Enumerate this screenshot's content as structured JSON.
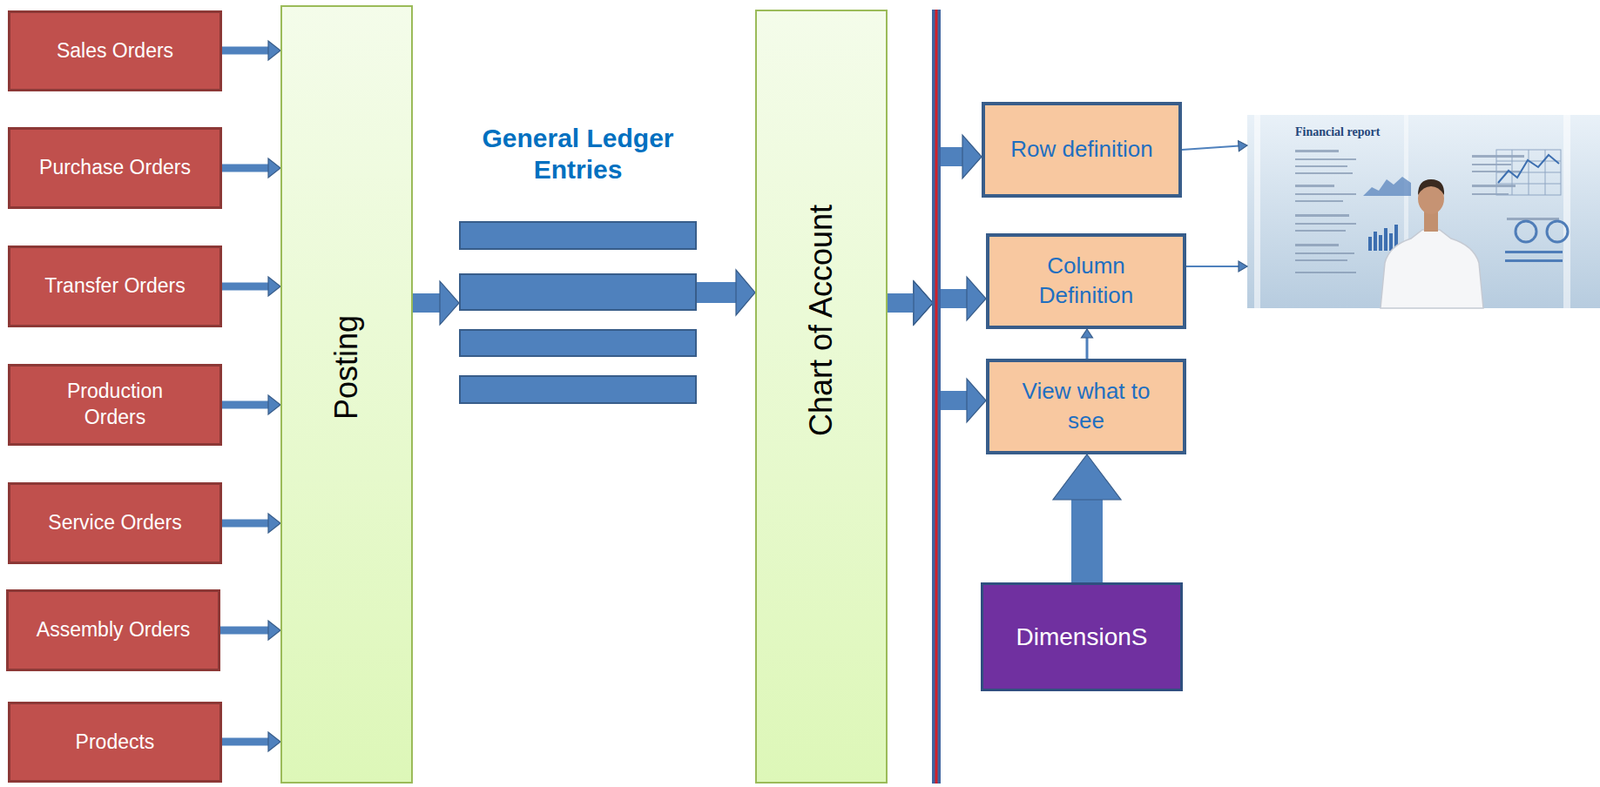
{
  "diagram": {
    "nodes": [
      {
        "text": [
          "Sales Orders"
        ]
      },
      {
        "text": [
          "Purchase Orders"
        ]
      },
      {
        "text": [
          "Transfer Orders"
        ]
      },
      {
        "text": [
          "Production Orders"
        ]
      },
      {
        "text": [
          "Service Orders"
        ]
      },
      {
        "text": [
          "Assembly Orders"
        ]
      },
      {
        "text": [
          "Prodects"
        ]
      },
      {
        "text": [
          "Posting"
        ]
      },
      {
        "text": [
          "General Ledger Entries"
        ]
      },
      {
        "text": [
          "Chart of Account"
        ]
      },
      {
        "text": [
          "Row definition"
        ]
      },
      {
        "text": [
          "Column Definition"
        ]
      },
      {
        "text": [
          "View what to see"
        ]
      },
      {
        "text": [
          "DimensionS"
        ]
      },
      {
        "text": [
          "Financial report"
        ]
      }
    ],
    "edges": [
      {
        "from": 0,
        "to": 7,
        "arrow": "to"
      },
      {
        "from": 1,
        "to": 7,
        "arrow": "to"
      },
      {
        "from": 2,
        "to": 7,
        "arrow": "to"
      },
      {
        "from": 3,
        "to": 7,
        "arrow": "to"
      },
      {
        "from": 4,
        "to": 7,
        "arrow": "to"
      },
      {
        "from": 5,
        "to": 7,
        "arrow": "to"
      },
      {
        "from": 6,
        "to": 7,
        "arrow": "to"
      },
      {
        "from": 7,
        "to": 8,
        "arrow": "to"
      },
      {
        "from": 8,
        "to": 9,
        "arrow": "to"
      },
      {
        "from": 9,
        "to": 10,
        "arrow": "to"
      },
      {
        "from": 9,
        "to": 11,
        "arrow": "to"
      },
      {
        "from": 9,
        "to": 12,
        "arrow": "to"
      },
      {
        "from": 12,
        "to": 11,
        "arrow": "to"
      },
      {
        "from": 13,
        "to": 12,
        "arrow": "to"
      },
      {
        "from": 10,
        "to": 14,
        "arrow": "to"
      },
      {
        "from": 11,
        "to": 14,
        "arrow": "to"
      }
    ]
  }
}
